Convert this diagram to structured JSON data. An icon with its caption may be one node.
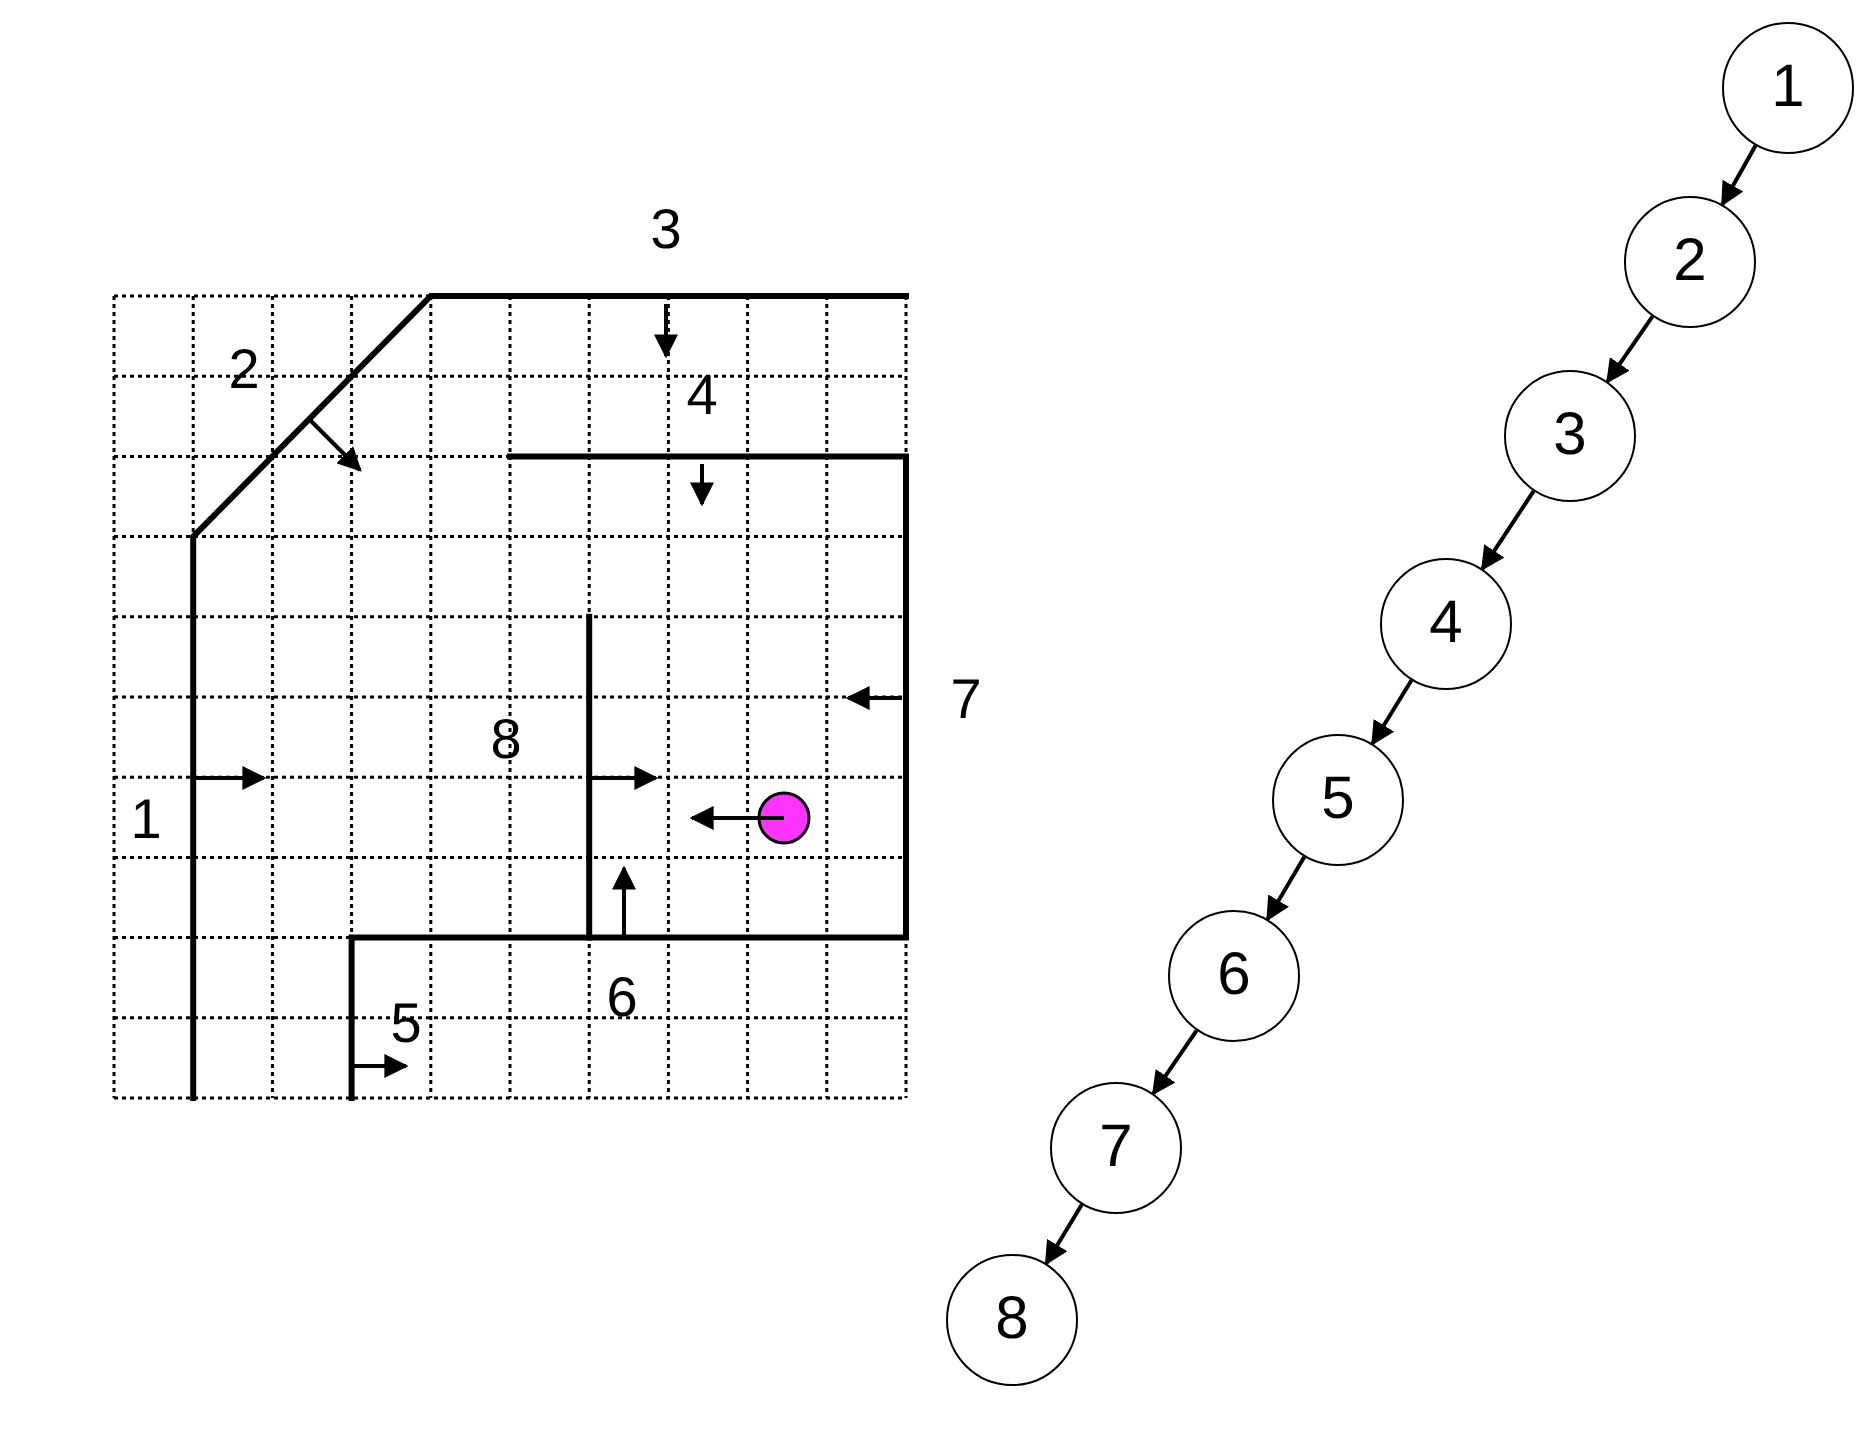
{
  "diagram": {
    "nodes": [
      {
        "text": [
          "1"
        ]
      },
      {
        "text": [
          "2"
        ]
      },
      {
        "text": [
          "3"
        ]
      },
      {
        "text": [
          "4"
        ]
      },
      {
        "text": [
          "5"
        ]
      },
      {
        "text": [
          "6"
        ]
      },
      {
        "text": [
          "7"
        ]
      },
      {
        "text": [
          "8"
        ]
      }
    ],
    "edges": [
      {
        "from": 0,
        "to": 1,
        "arrow": "to"
      },
      {
        "from": 1,
        "to": 2,
        "arrow": "to"
      },
      {
        "from": 2,
        "to": 3,
        "arrow": "to"
      },
      {
        "from": 3,
        "to": 4,
        "arrow": "to"
      },
      {
        "from": 4,
        "to": 5,
        "arrow": "to"
      },
      {
        "from": 5,
        "to": 6,
        "arrow": "to"
      },
      {
        "from": 6,
        "to": 7,
        "arrow": "to"
      }
    ],
    "labels": [
      "3",
      "2",
      "4",
      "7",
      "8",
      "1",
      "6",
      "5"
    ]
  }
}
